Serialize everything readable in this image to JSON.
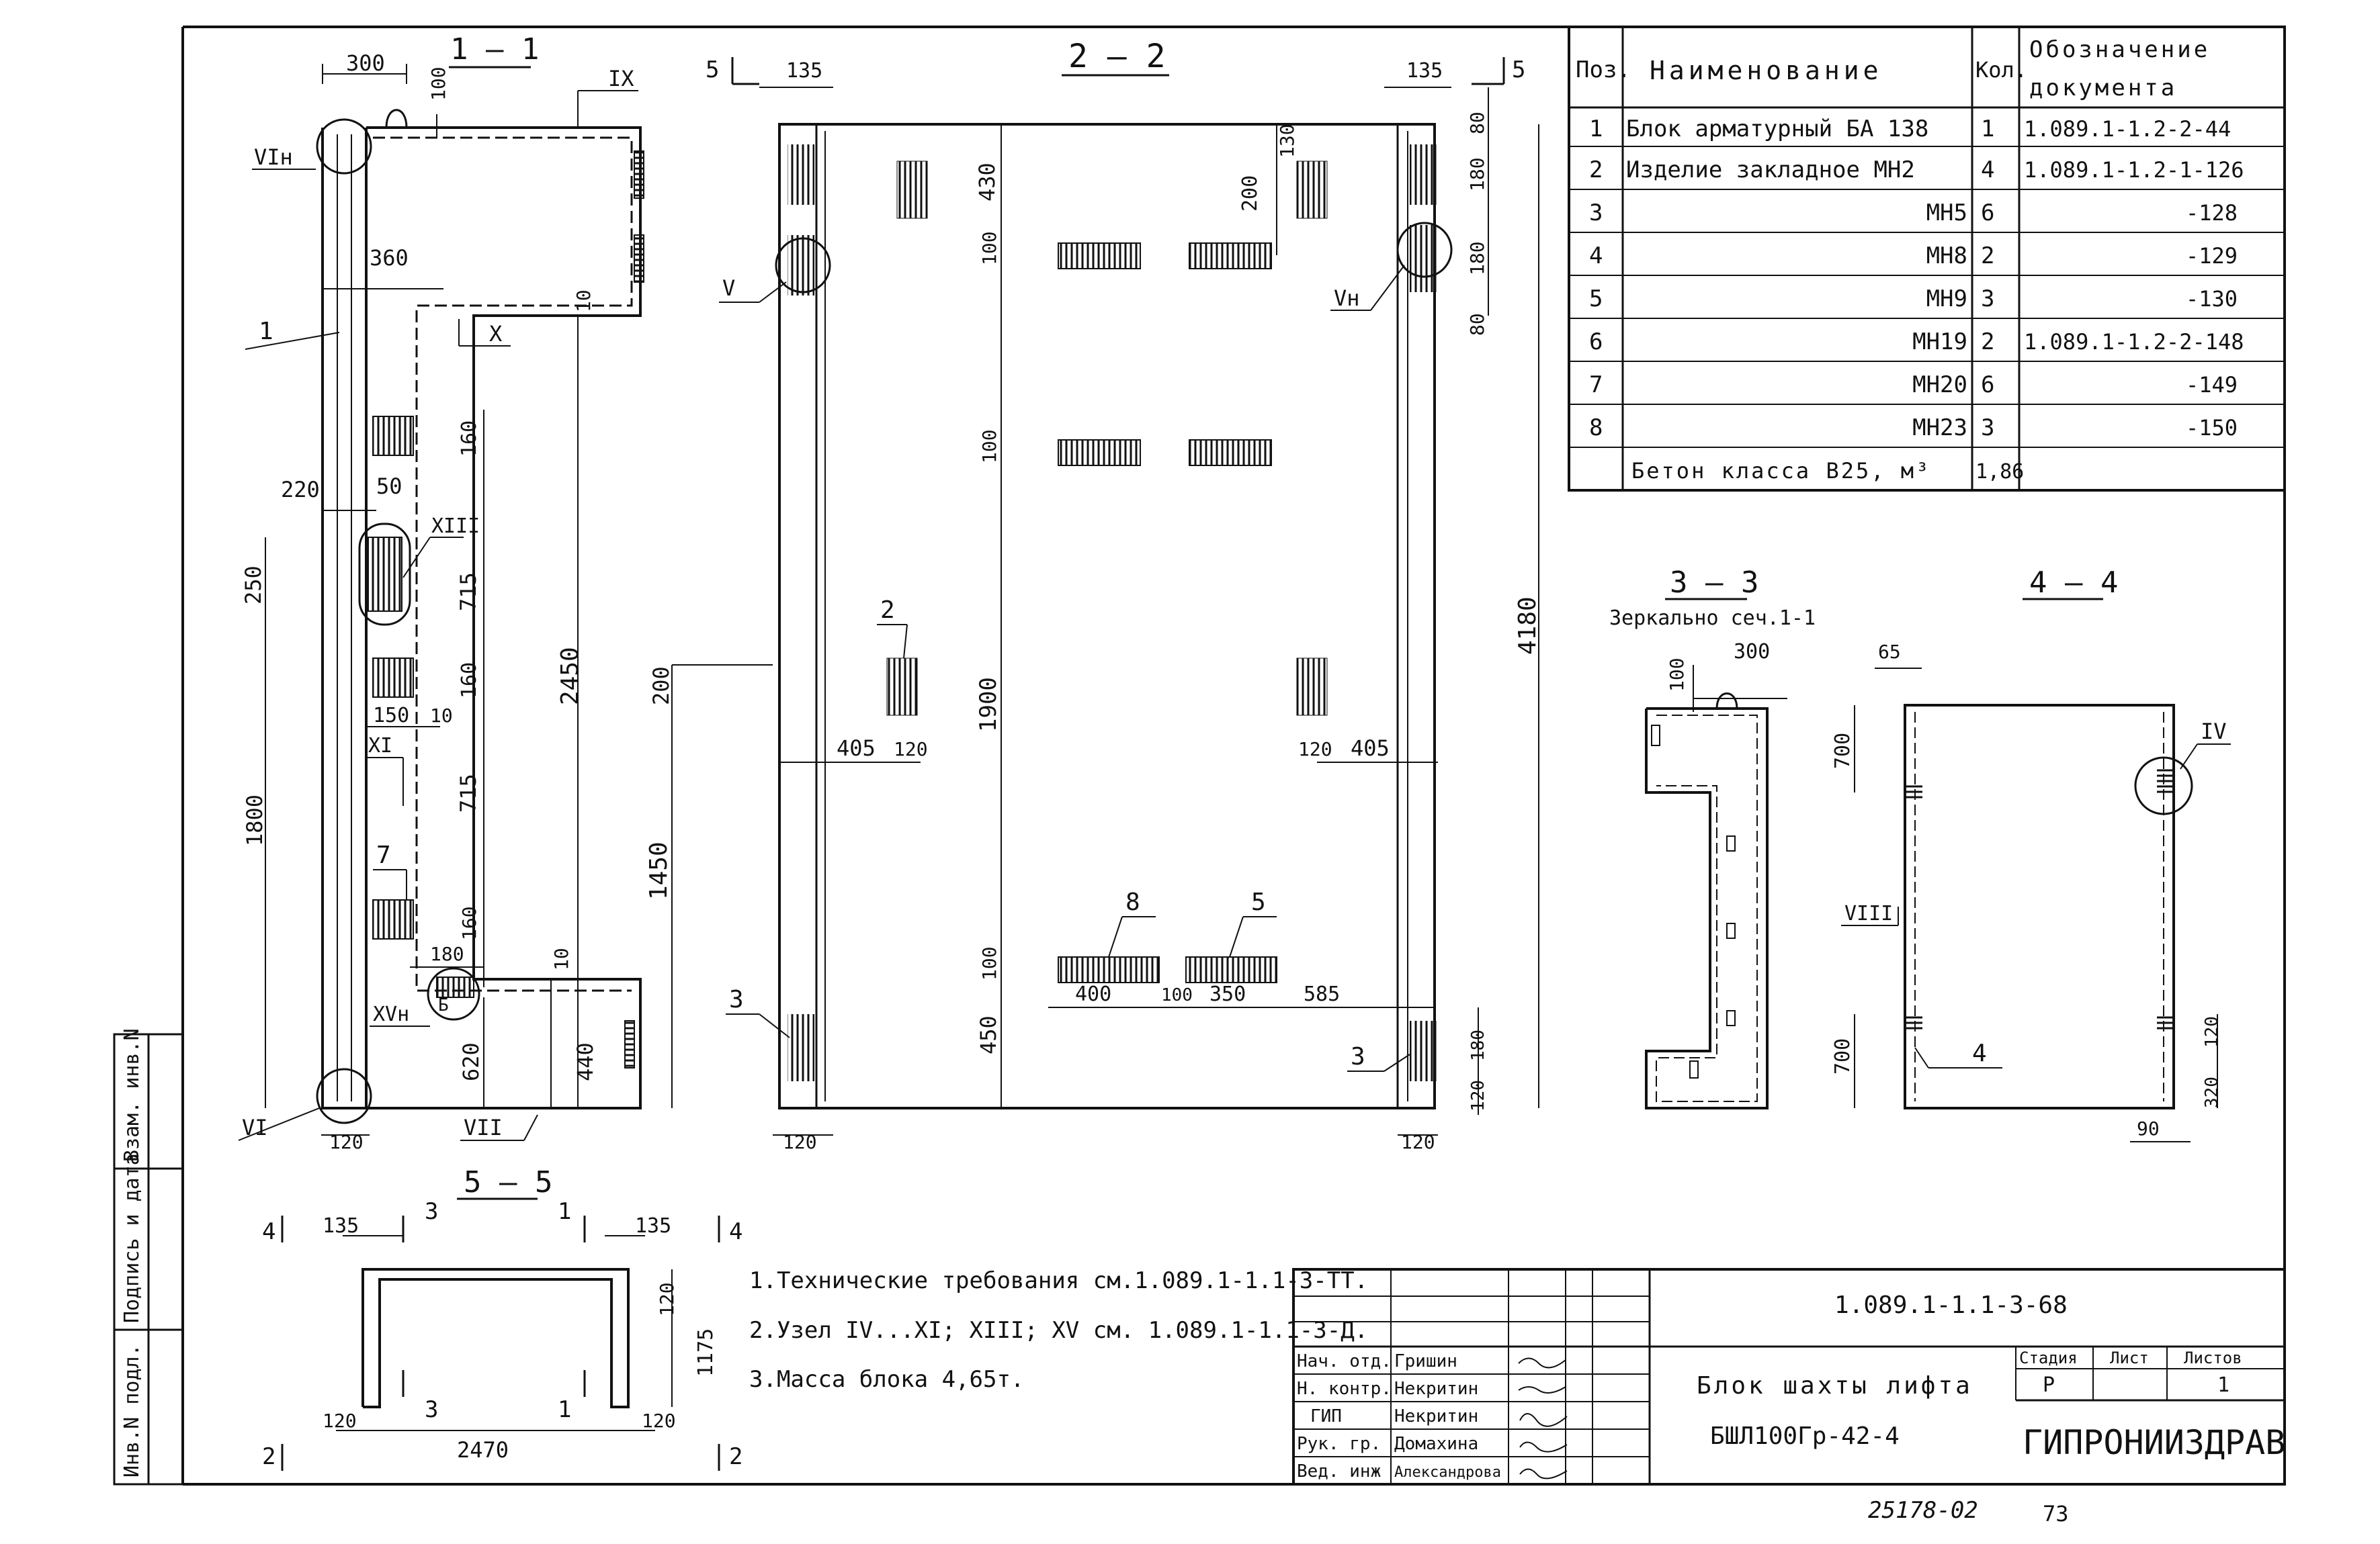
{
  "spec_table": {
    "headers": {
      "pos": "Поз.",
      "name": "Наименование",
      "qty": "Кол.",
      "doc_line1": "Обозначение",
      "doc_line2": "документа"
    },
    "rows": [
      {
        "pos": "1",
        "name": "Блок арматурный  БА 138",
        "qty": "1",
        "doc": "1.089.1-1.2-2-44"
      },
      {
        "pos": "2",
        "name": "Изделие закладное МН2",
        "qty": "4",
        "doc": "1.089.1-1.2-1-126"
      },
      {
        "pos": "3",
        "name": "МН5",
        "qty": "6",
        "doc": "-128"
      },
      {
        "pos": "4",
        "name": "МН8",
        "qty": "2",
        "doc": "-129"
      },
      {
        "pos": "5",
        "name": "МН9",
        "qty": "3",
        "doc": "-130"
      },
      {
        "pos": "6",
        "name": "МН19",
        "qty": "2",
        "doc": "1.089.1-1.2-2-148"
      },
      {
        "pos": "7",
        "name": "МН20",
        "qty": "6",
        "doc": "-149"
      },
      {
        "pos": "8",
        "name": "МН23",
        "qty": "3",
        "doc": "-150"
      },
      {
        "pos": "",
        "name": "Бетон класса В25, м³",
        "qty": "1,86",
        "doc": ""
      }
    ]
  },
  "sections": {
    "s11": "1 — 1",
    "s22": "2 — 2",
    "s33": "3 — 3",
    "s33_note": "Зеркально сеч.1-1",
    "s44": "4 — 4",
    "s55": "5 — 5"
  },
  "nodes": {
    "ix": "IX",
    "x": "X",
    "xi": "XI",
    "xiii": "XIII",
    "xvn": "XVн",
    "b": "Б",
    "vi": "VI",
    "vii": "VII",
    "vin": "VIн",
    "v": "V",
    "vn": "Vн",
    "iv": "IV",
    "viii": "VIII"
  },
  "dims": {
    "s11": [
      "300",
      "100",
      "360",
      "10",
      "220",
      "50",
      "160",
      "250",
      "715",
      "160",
      "2450",
      "150",
      "10",
      "715",
      "1800",
      "180",
      "160",
      "10",
      "620",
      "440",
      "120"
    ],
    "s22": [
      "135",
      "135",
      "430",
      "130",
      "200",
      "80",
      "180",
      "100",
      "180",
      "80",
      "100",
      "200",
      "405",
      "120",
      "1900",
      "120",
      "405",
      "4180",
      "1450",
      "100",
      "400",
      "100",
      "350",
      "585",
      "450",
      "120",
      "180",
      "120",
      "120"
    ],
    "s33": [
      "100",
      "300"
    ],
    "s44": [
      "65",
      "700",
      "700",
      "120",
      "320",
      "90"
    ],
    "s55": [
      "135",
      "135",
      "120",
      "1175",
      "120",
      "2470",
      "120"
    ]
  },
  "section_marks": {
    "m5a": "5",
    "m5b": "5",
    "m4a": "4",
    "m4b": "4",
    "m2a": "2",
    "m2b": "2",
    "m3a": "3",
    "m1a": "1",
    "m3b": "3",
    "m1b": "1"
  },
  "leaders": {
    "l1": "1",
    "l2": "2",
    "l3a": "3",
    "l3b": "3",
    "l4": "4",
    "l5": "5",
    "l7": "7",
    "l8": "8"
  },
  "notes": [
    "1.Технические требования см.1.089.1-1.1-3-ТТ.",
    "2.Узел IV...XI; XIII; XV см. 1.089.1-1.1-3-Д.",
    "3.Масса блока 4,65т."
  ],
  "title_block": {
    "code": "1.089.1-1.1-3-68",
    "title_line1": "Блок шахты лифта",
    "title_line2": "БШЛ100Гр-42-4",
    "stage_label": "Стадия",
    "sheet_label": "Лист",
    "sheets_label": "Листов",
    "stage": "Р",
    "sheet": "",
    "sheets": "1",
    "org": "ГИПРОНИИЗДРАВ",
    "staff": [
      {
        "role": "Нач. отд.",
        "name": "Гришин"
      },
      {
        "role": "Н. контр.",
        "name": "Некритин"
      },
      {
        "role": "ГИП",
        "name": "Некритин"
      },
      {
        "role": "Рук. гр.",
        "name": "Домахина"
      },
      {
        "role": "Вед. инж",
        "name": "Александрова"
      }
    ]
  },
  "side_stamp": {
    "inv_podl": "Инв.N подл.",
    "sign_date": "Подпись и дата",
    "vzam": "Взам. инв.N"
  },
  "footer": {
    "number": "25178-02",
    "page": "73"
  }
}
